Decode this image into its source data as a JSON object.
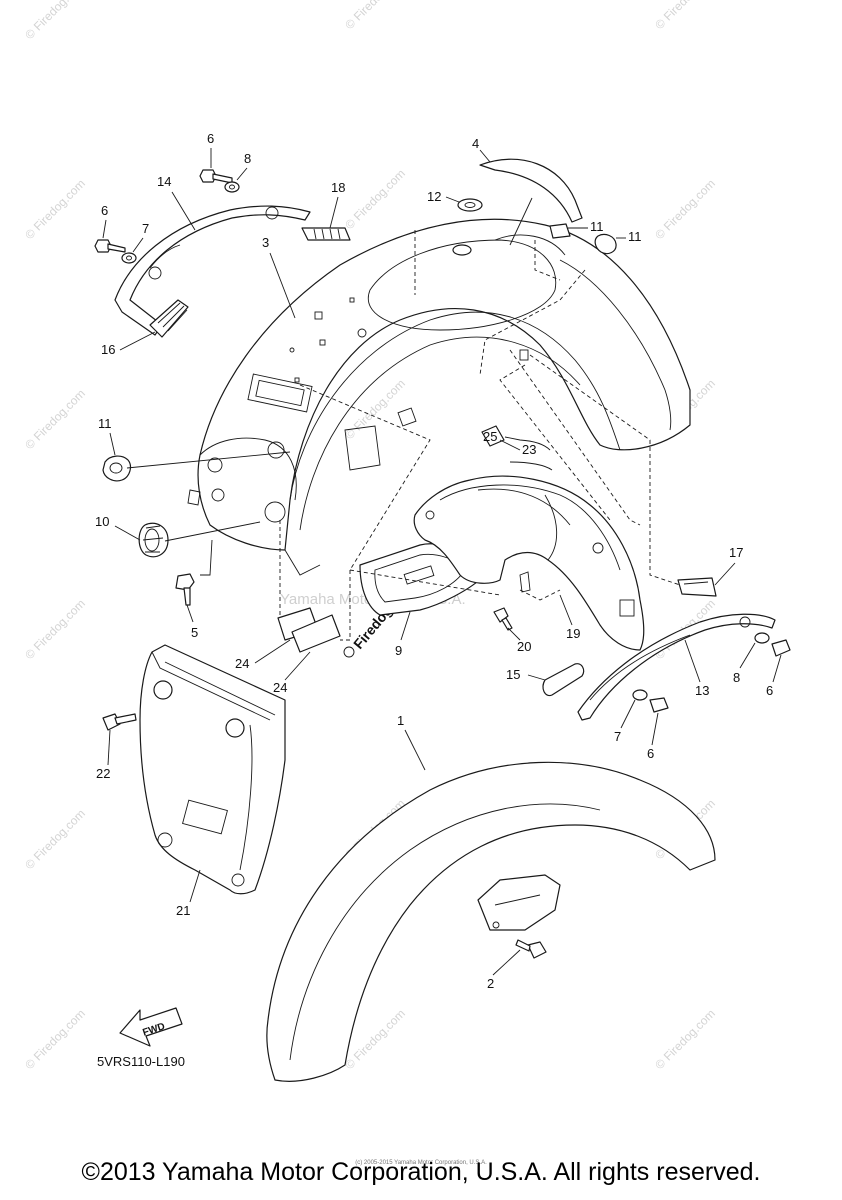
{
  "watermark": "© Firedog.com",
  "watermark_center": "Yamaha Motor Corp, U.S.A.",
  "watermark_logo": "Firedog",
  "diagram_code": "5VRS110-L190",
  "fwd_label": "FWD",
  "copyright": "©2013 Yamaha Motor Corporation, U.S.A. All rights reserved.",
  "fine_print": "(c) 2005-2015 Yamaha Motor Corporation, U.S.A.",
  "callouts": {
    "c1": "1",
    "c2": "2",
    "c3": "3",
    "c4": "4",
    "c5": "5",
    "c6a": "6",
    "c6b": "6",
    "c6c": "6",
    "c6d": "6",
    "c7a": "7",
    "c7b": "7",
    "c8a": "8",
    "c8b": "8",
    "c9": "9",
    "c10": "10",
    "c11a": "11",
    "c11b": "11",
    "c11c": "11",
    "c12": "12",
    "c13": "13",
    "c14": "14",
    "c15": "15",
    "c16": "16",
    "c17": "17",
    "c18": "18",
    "c19": "19",
    "c20": "20",
    "c21": "21",
    "c22": "22",
    "c23": "23",
    "c24a": "24",
    "c24b": "24",
    "c25": "25"
  }
}
